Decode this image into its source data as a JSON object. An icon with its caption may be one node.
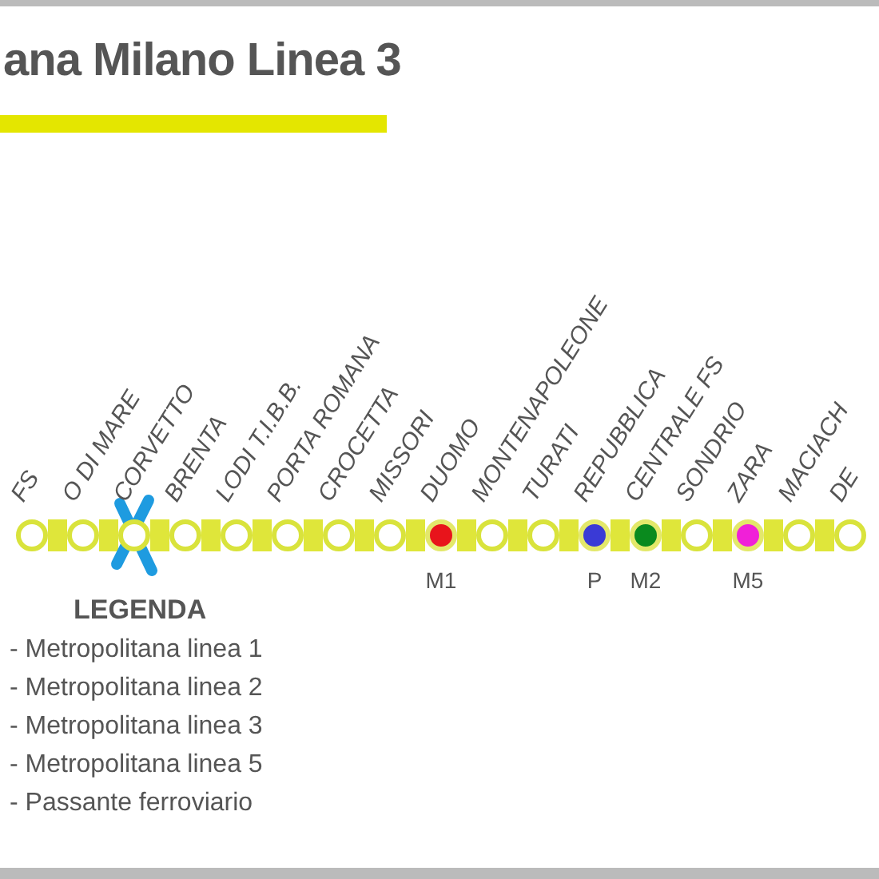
{
  "diagram": {
    "title": "ana Milano Linea 3",
    "nodes": [
      {
        "text": [
          "FS"
        ]
      },
      {
        "text": [
          "O DI MARE"
        ]
      },
      {
        "text": [
          "CORVETTO"
        ]
      },
      {
        "text": [
          "BRENTA"
        ]
      },
      {
        "text": [
          "LODI T.I.B.B."
        ]
      },
      {
        "text": [
          "PORTA ROMANA"
        ]
      },
      {
        "text": [
          "CROCETTA"
        ]
      },
      {
        "text": [
          "MISSORI"
        ]
      },
      {
        "text": [
          "DUOMO"
        ],
        "beside": [
          "M1"
        ]
      },
      {
        "text": [
          "MONTENAPOLEONE"
        ]
      },
      {
        "text": [
          "TURATI"
        ]
      },
      {
        "text": [
          "REPUBBLICA"
        ],
        "beside": [
          "P"
        ]
      },
      {
        "text": [
          "CENTRALE FS"
        ],
        "beside": [
          "M2"
        ]
      },
      {
        "text": [
          "SONDRIO"
        ]
      },
      {
        "text": [
          "ZARA"
        ],
        "beside": [
          "M5"
        ]
      },
      {
        "text": [
          "MACIACH"
        ]
      },
      {
        "text": [
          "DE"
        ]
      }
    ],
    "edges": [
      {
        "from": 0,
        "to": 1,
        "arrow": "none"
      },
      {
        "from": 1,
        "to": 2,
        "arrow": "none"
      },
      {
        "from": 2,
        "to": 3,
        "arrow": "none"
      },
      {
        "from": 3,
        "to": 4,
        "arrow": "none"
      },
      {
        "from": 4,
        "to": 5,
        "arrow": "none"
      },
      {
        "from": 5,
        "to": 6,
        "arrow": "none"
      },
      {
        "from": 6,
        "to": 7,
        "arrow": "none"
      },
      {
        "from": 7,
        "to": 8,
        "arrow": "none"
      },
      {
        "from": 8,
        "to": 9,
        "arrow": "none"
      },
      {
        "from": 9,
        "to": 10,
        "arrow": "none"
      },
      {
        "from": 10,
        "to": 11,
        "arrow": "none"
      },
      {
        "from": 11,
        "to": 12,
        "arrow": "none"
      },
      {
        "from": 12,
        "to": 13,
        "arrow": "none"
      },
      {
        "from": 13,
        "to": 14,
        "arrow": "none"
      },
      {
        "from": 14,
        "to": 15,
        "arrow": "none"
      },
      {
        "from": 15,
        "to": 16,
        "arrow": "none"
      }
    ],
    "labels": [
      "LEGENDA"
    ],
    "legend": [
      {
        "text": "- Metropolitana linea 1"
      },
      {
        "text": "- Metropolitana linea 2"
      },
      {
        "text": "- Metropolitana linea 3"
      },
      {
        "text": "- Metropolitana linea 5"
      },
      {
        "text": "- Passante ferroviario"
      }
    ]
  }
}
